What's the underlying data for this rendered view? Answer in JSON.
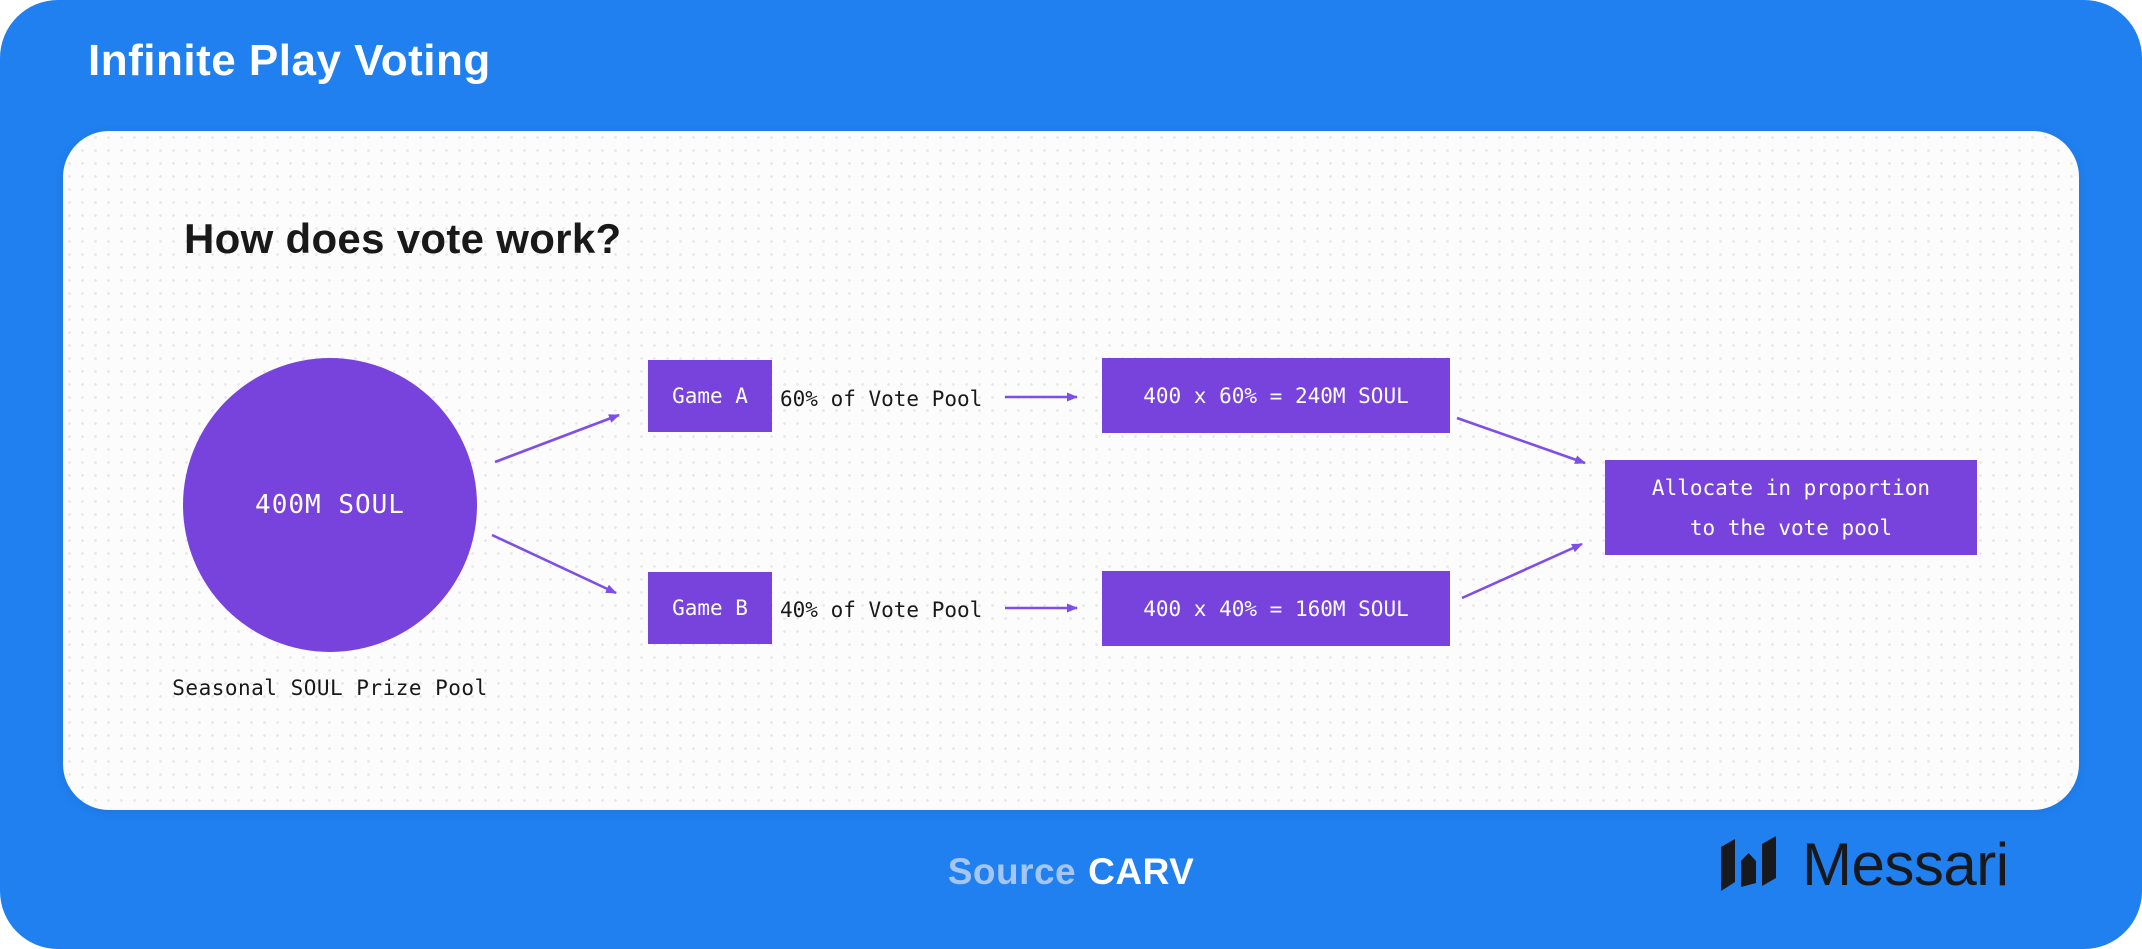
{
  "header": {
    "title": "Infinite Play Voting"
  },
  "card": {
    "heading": "How does vote work?",
    "pool": {
      "circle_label": "400M SOUL",
      "caption": "Seasonal SOUL Prize Pool"
    },
    "rows": [
      {
        "game": "Game A",
        "share": "60% of Vote Pool",
        "calc": "400 x 60% = 240M SOUL"
      },
      {
        "game": "Game B",
        "share": "40% of Vote Pool",
        "calc": "400 x 40% = 160M SOUL"
      }
    ],
    "allocation": {
      "line1": "Allocate in proportion",
      "line2": "to the vote pool"
    }
  },
  "footer": {
    "source_label": "Source",
    "source_value": "CARV",
    "brand": "Messari"
  },
  "colors": {
    "frame_blue": "#2080F0",
    "node_purple": "#7842DD",
    "arrow_purple": "#7E4FE8",
    "card_bg": "#FCFCFC",
    "ink": "#191919",
    "source_label": "#A5C6F2",
    "brand_ink": "#17191C"
  }
}
